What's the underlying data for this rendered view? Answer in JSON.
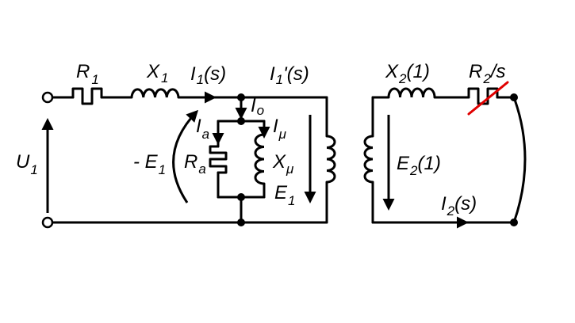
{
  "labels": {
    "R1": {
      "main": "R",
      "sub": "1"
    },
    "X1": {
      "main": "X",
      "sub": "1"
    },
    "I1s": {
      "main": "I",
      "sub": "1",
      "tail": "(s)"
    },
    "I1ps": {
      "main": "I",
      "sub": "1",
      "tail": "'(s)"
    },
    "X21": {
      "main": "X",
      "sub": "2",
      "tail": "(1)"
    },
    "R2s": {
      "main": "R",
      "sub": "2",
      "tail": "/s"
    },
    "I0": {
      "main": "I",
      "sub": "o"
    },
    "Ia": {
      "main": "I",
      "sub": "a"
    },
    "Imu": {
      "main": "I",
      "sub": "μ"
    },
    "U1": {
      "main": "U",
      "sub": "1"
    },
    "mE1": {
      "main": "- E",
      "sub": "1"
    },
    "Ra": {
      "main": "R",
      "sub": "a"
    },
    "Xmu": {
      "main": "X",
      "sub": "μ"
    },
    "E1": {
      "main": "E",
      "sub": "1"
    },
    "E21": {
      "main": "E",
      "sub": "2",
      "tail": "(1)"
    },
    "I2s": {
      "main": "I",
      "sub": "2",
      "tail": "(s)"
    }
  },
  "colors": {
    "line": "#000000",
    "slash": "#e00000",
    "background": "#ffffff"
  }
}
